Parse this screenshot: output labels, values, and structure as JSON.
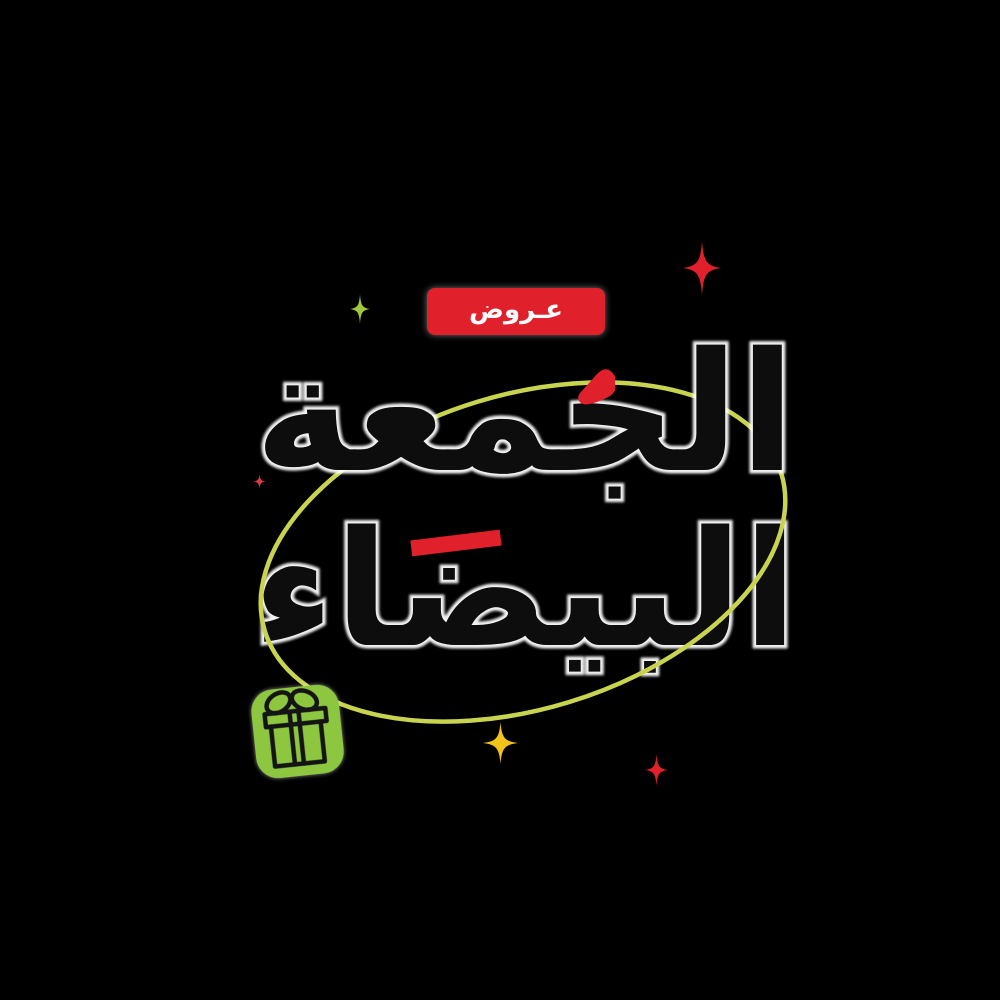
{
  "canvas": {
    "background": "#000000"
  },
  "colors": {
    "canvas_bg": "#000000",
    "badge_red": "#E0202A",
    "badge_text": "#FFFFFF",
    "ink": "#0D0D0D",
    "halo": "#FFFFFF",
    "orbit_green": "#C8D44F",
    "gift_green": "#8DC63F",
    "gift_outline": "#141414",
    "accent_red": "#E0202A",
    "sparkle_red": "#E0202A",
    "sparkle_green": "#A2C73C",
    "sparkle_gold": "#F2C318",
    "sparkle_pink": "#DB3A47"
  },
  "badge": {
    "label": "عـروض"
  },
  "title": {
    "line1": "الجمعة",
    "line2": "البيضاء"
  }
}
